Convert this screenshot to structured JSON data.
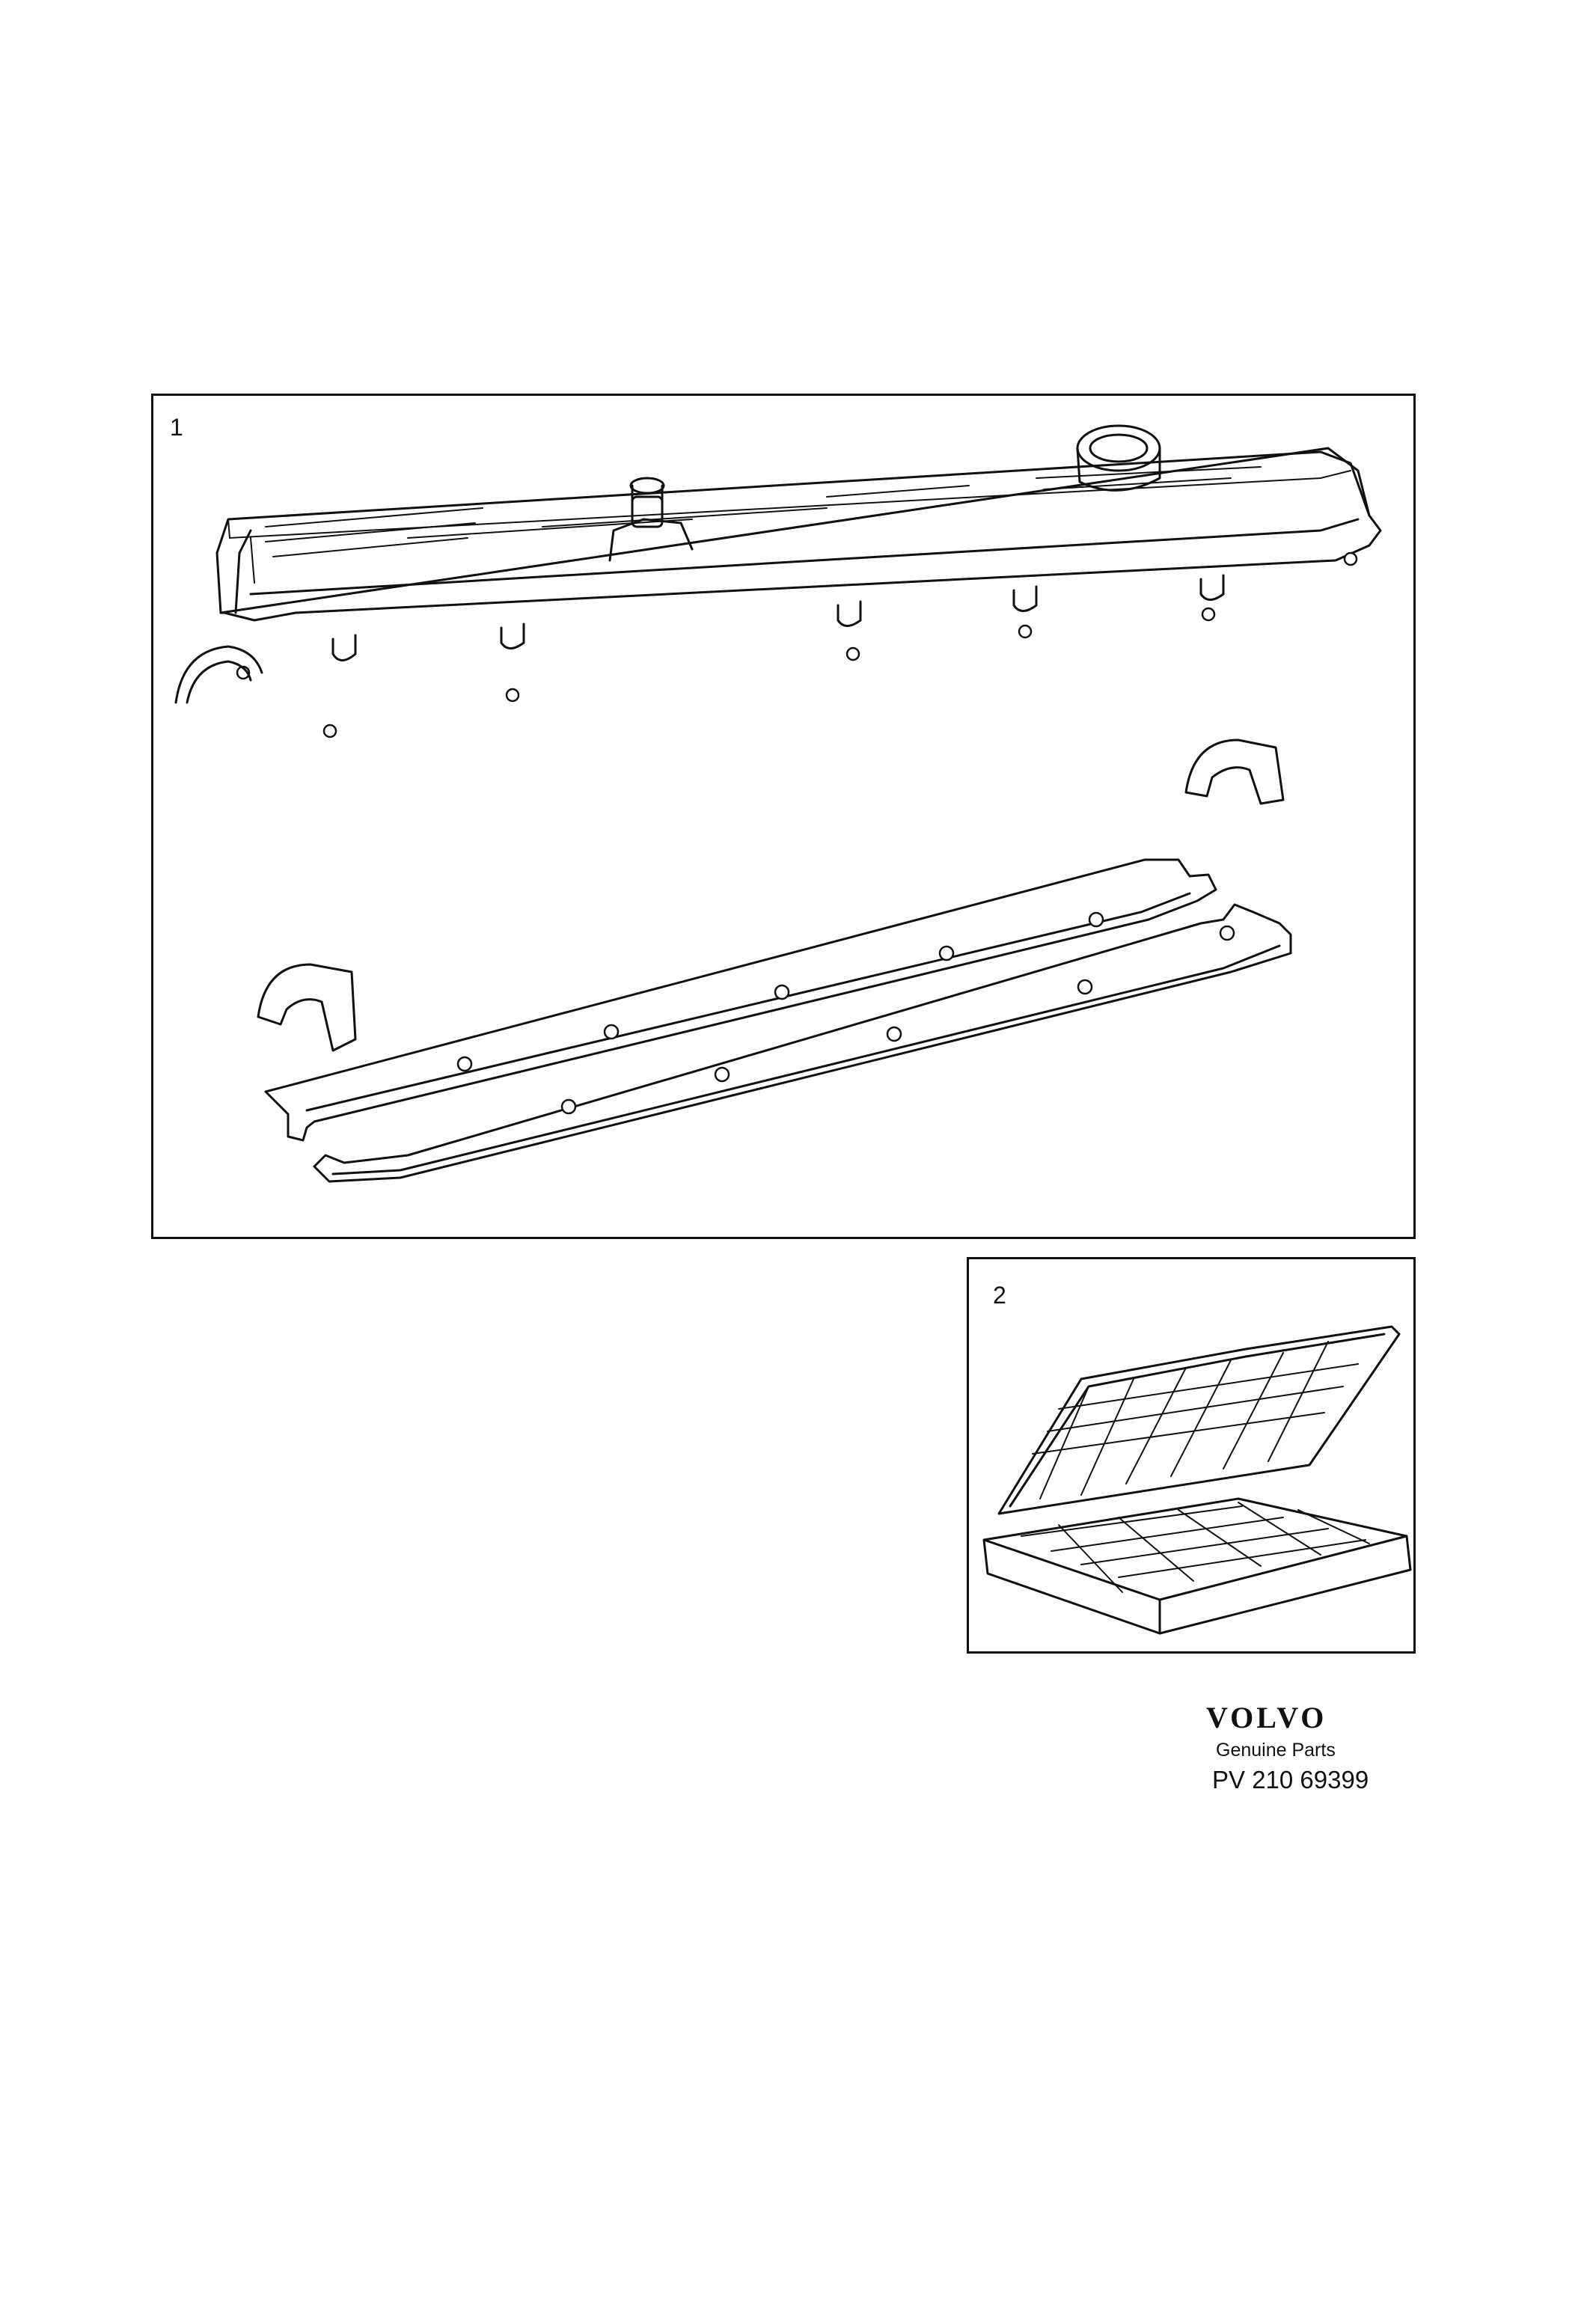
{
  "panels": [
    {
      "number": "1"
    },
    {
      "number": "2"
    }
  ],
  "footer": {
    "brand": "VOLVO",
    "tagline": "Genuine Parts",
    "part_number": "PV 210 69399"
  }
}
